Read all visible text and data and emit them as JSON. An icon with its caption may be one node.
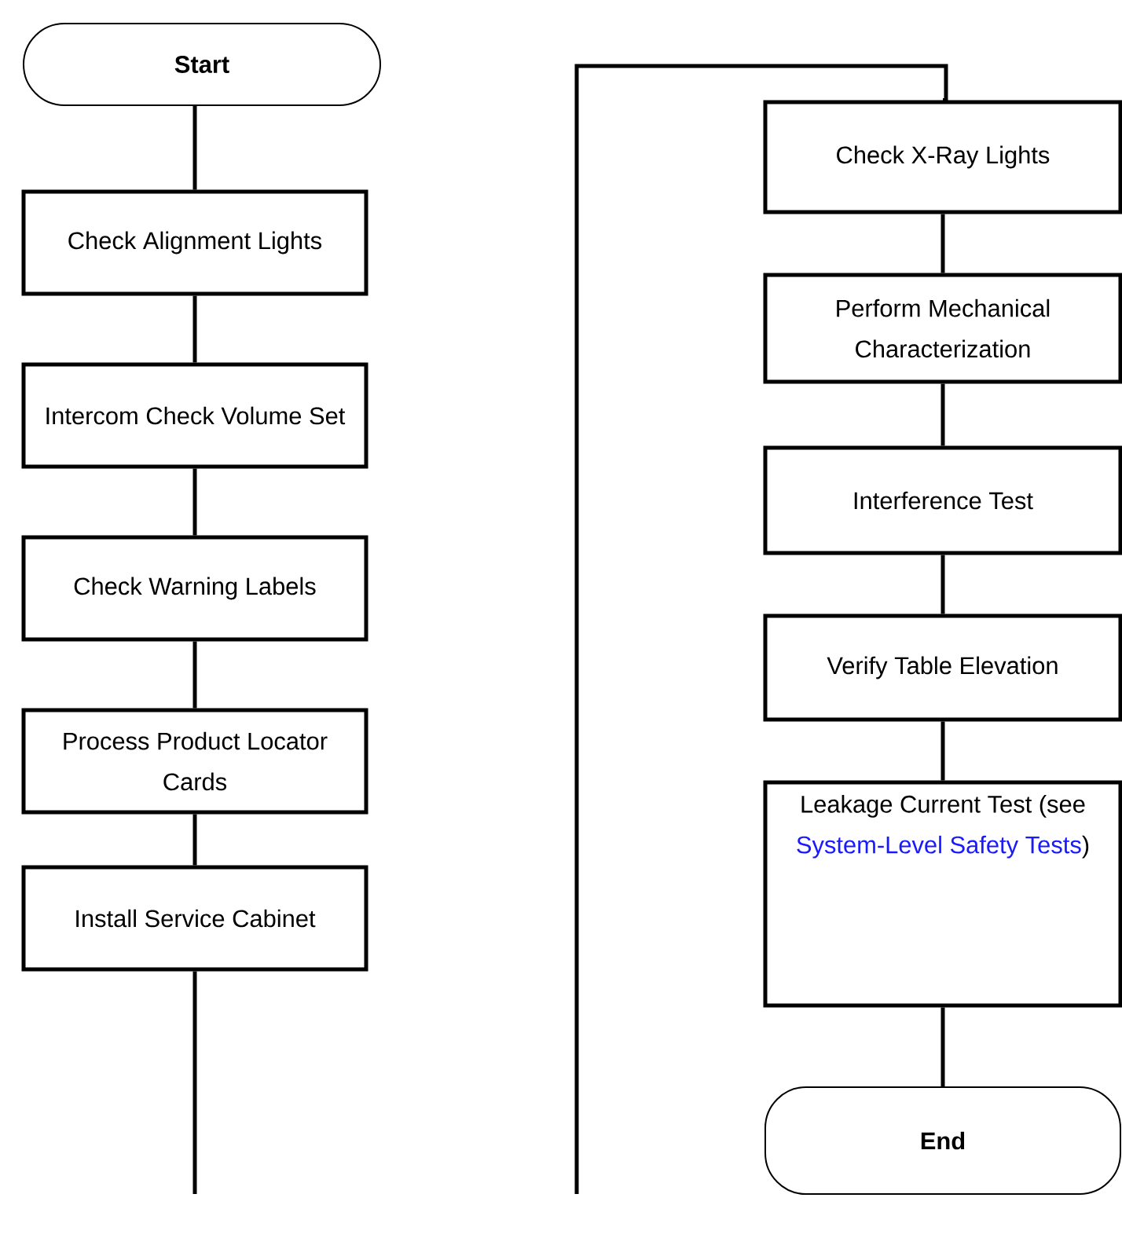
{
  "diagram": {
    "nodes": [
      {
        "text": [
          "Start"
        ]
      },
      {
        "text": [
          "Check Alignment Lights"
        ]
      },
      {
        "text": [
          "Intercom Check Volume Set"
        ]
      },
      {
        "text": [
          "Check Warning Labels"
        ]
      },
      {
        "text": [
          "Process Product Locator Cards"
        ]
      },
      {
        "text": [
          "Install Service Cabinet"
        ]
      },
      {
        "text": [
          "Check X-Ray Lights"
        ]
      },
      {
        "text": [
          "Perform Mechanical Characterization"
        ]
      },
      {
        "text": [
          "Interference Test"
        ]
      },
      {
        "text": [
          "Verify Table Elevation"
        ]
      },
      {
        "text": [
          "Leakage Current Test (see",
          "System-Level Safety Tests",
          ")"
        ]
      },
      {
        "text": [
          "End"
        ]
      }
    ],
    "edges": [
      {
        "from": 0,
        "to": 1,
        "arrow": "none"
      },
      {
        "from": 1,
        "to": 2,
        "arrow": "none"
      },
      {
        "from": 2,
        "to": 3,
        "arrow": "none"
      },
      {
        "from": 3,
        "to": 4,
        "arrow": "none"
      },
      {
        "from": 4,
        "to": 5,
        "arrow": "none"
      },
      {
        "from": 5,
        "to": null,
        "arrow": "none"
      },
      {
        "from": null,
        "to": 6,
        "arrow": "none"
      },
      {
        "from": 6,
        "to": 7,
        "arrow": "none"
      },
      {
        "from": 7,
        "to": 8,
        "arrow": "none"
      },
      {
        "from": 8,
        "to": 9,
        "arrow": "none"
      },
      {
        "from": 9,
        "to": 10,
        "arrow": "none"
      },
      {
        "from": 10,
        "to": 11,
        "arrow": "none"
      }
    ]
  }
}
